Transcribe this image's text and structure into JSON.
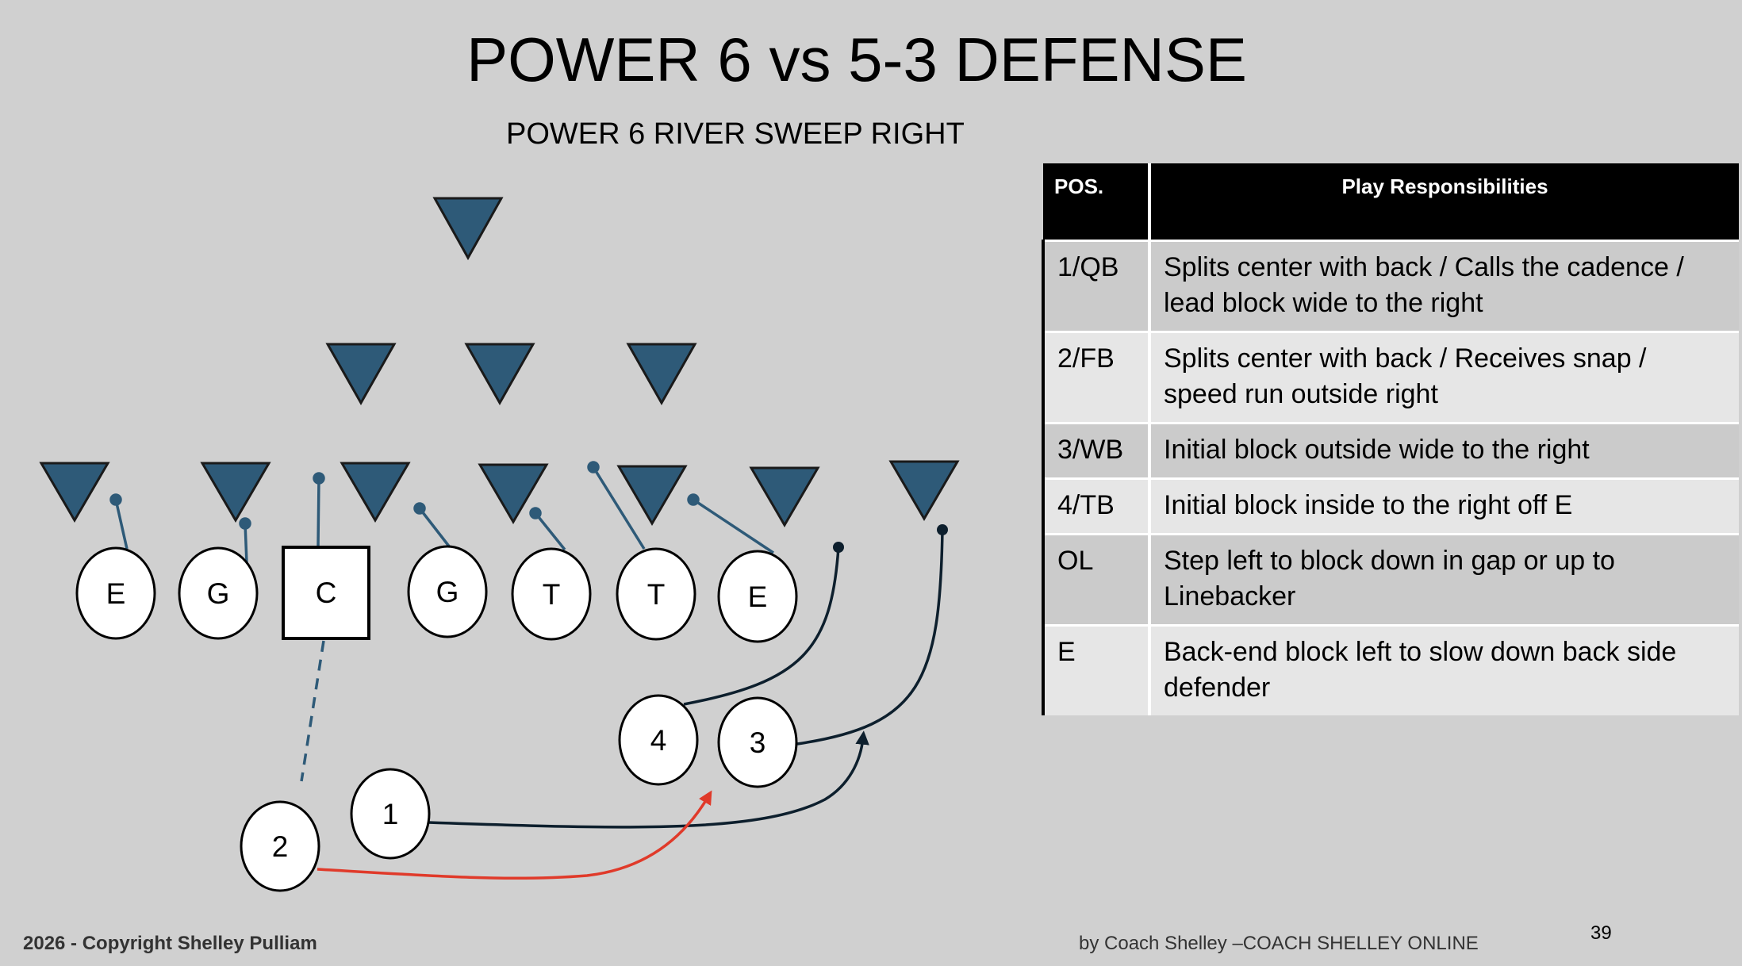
{
  "title": "POWER 6 vs 5-3 DEFENSE",
  "subtitle": "POWER 6 RIVER SWEEP RIGHT",
  "colors": {
    "background": "#d0d0d0",
    "defender": "#2e5a78",
    "block_line": "#2e5a78",
    "route_line": "#0d1f2d",
    "handoff_arrow": "#e03a2a"
  },
  "offense": {
    "line": [
      "E",
      "G",
      "C",
      "G",
      "T",
      "T",
      "E"
    ],
    "backs": [
      "1",
      "2",
      "3",
      "4"
    ]
  },
  "table": {
    "headers": {
      "pos": "POS.",
      "resp": "Play Responsibilities"
    },
    "rows": [
      {
        "pos": "1/QB",
        "resp": "Splits center with back / Calls the cadence / lead block wide to the right"
      },
      {
        "pos": "2/FB",
        "resp": "Splits center with back / Receives snap / speed run outside right"
      },
      {
        "pos": "3/WB",
        "resp": "Initial block outside wide to the right"
      },
      {
        "pos": "4/TB",
        "resp": "Initial block inside to the right off E"
      },
      {
        "pos": "OL",
        "resp": "Step left to block down in gap or up to Linebacker"
      },
      {
        "pos": "E",
        "resp": "Back-end block left to slow down back side defender"
      }
    ]
  },
  "footer": {
    "copyright": "2026 - Copyright Shelley Pulliam",
    "credit": "by Coach Shelley –COACH SHELLEY ONLINE",
    "page_number": "39"
  }
}
